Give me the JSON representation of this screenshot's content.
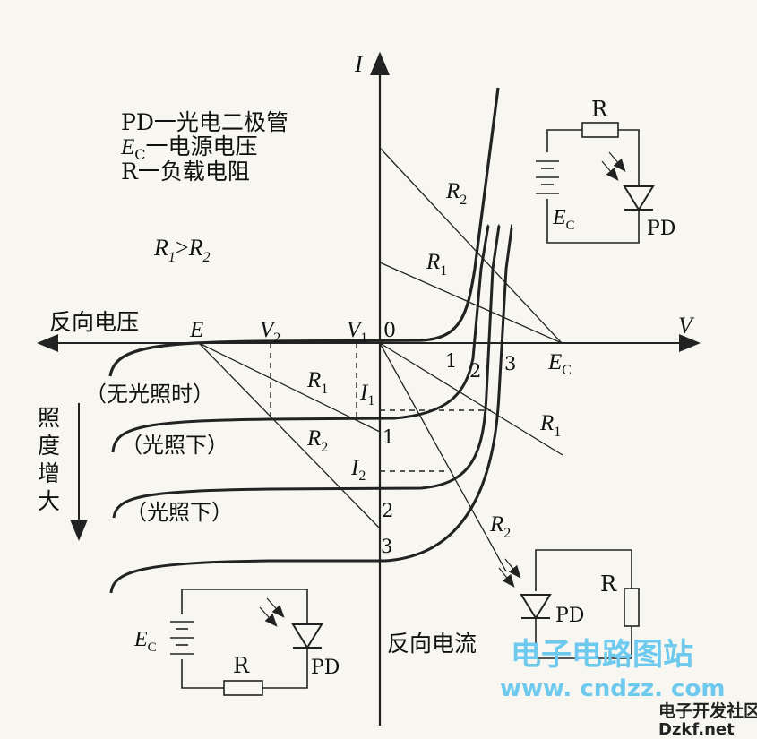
{
  "legend": {
    "pd": "PD一光电二极管",
    "ec_sym": "E",
    "ec_sub": "C",
    "ec_text": "一电源电压",
    "r": "R一负载电阻",
    "relation_r1": "R",
    "relation_r1_sub": "1",
    "relation_gt": ">",
    "relation_r2": "R",
    "relation_r2_sub": "2"
  },
  "axes": {
    "current_axis": "I",
    "voltage_axis": "V",
    "reverse_voltage": "反向电压",
    "reverse_current": "反向电流",
    "origin": "0"
  },
  "labels": {
    "E": "E",
    "V2": "V",
    "V2_sub": "2",
    "V1": "V",
    "V1_sub": "1",
    "I1": "I",
    "I1_sub": "1",
    "I2": "I",
    "I2_sub": "2",
    "Ec_axis": "E",
    "Ec_axis_sub": "C",
    "R": "R",
    "sub1": "1",
    "sub2": "2",
    "curve1": "1",
    "curve2": "2",
    "curve3": "3",
    "point1": "1",
    "point2": "2",
    "point3": "3"
  },
  "curves": {
    "dark": "（无光照时）",
    "light1": "（光照下）",
    "light2": "（光照下）"
  },
  "illum": [
    "照",
    "度",
    "增",
    "大"
  ],
  "circuits": {
    "R": "R",
    "PD": "PD",
    "Ec": "E",
    "Ec_sub": "C"
  },
  "watermark": {
    "line1": "电子电路图站",
    "line2": "www. cndzz. com",
    "line3": "电子开发社区",
    "line4": "Dzkf.net"
  }
}
